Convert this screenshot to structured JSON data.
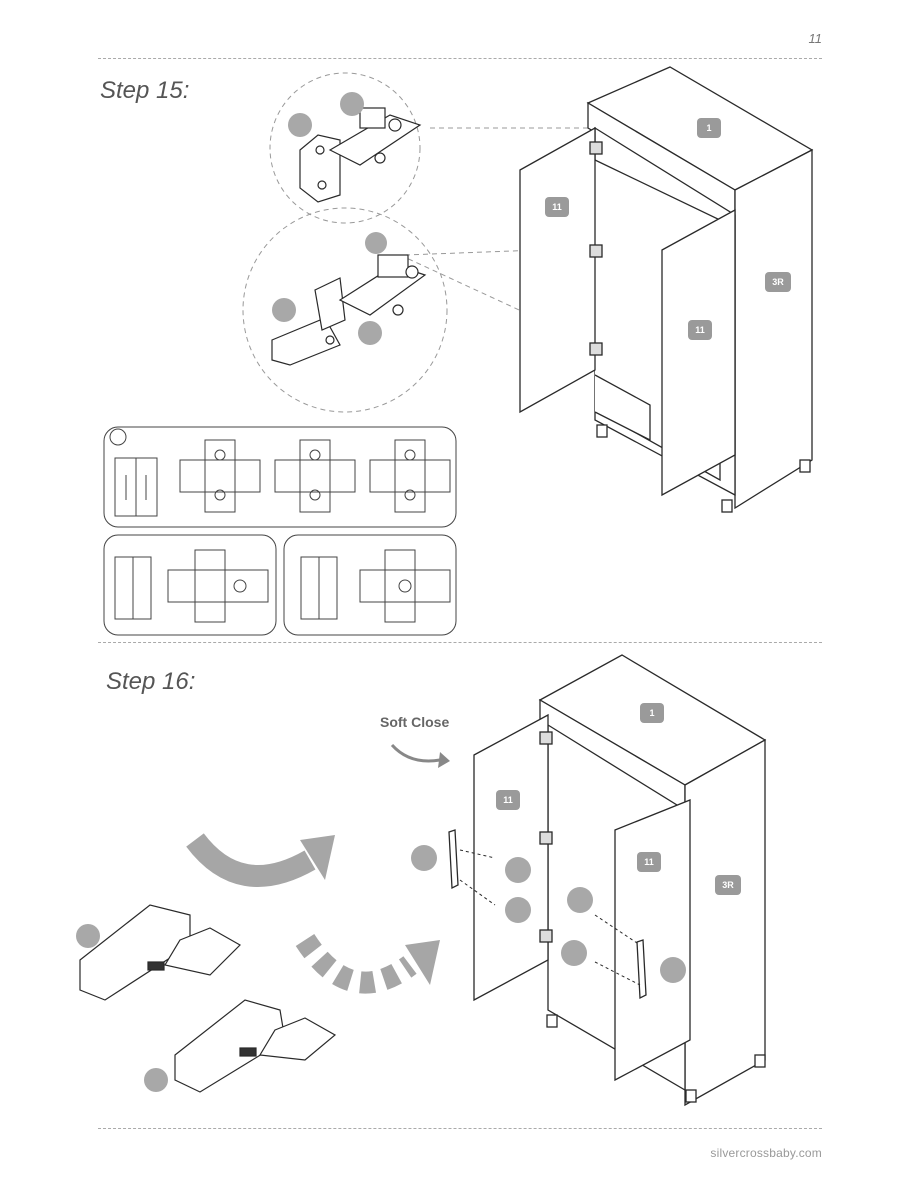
{
  "page_number": "11",
  "step15": {
    "title": "Step 15:",
    "part_labels": [
      "1",
      "11",
      "11",
      "3R"
    ]
  },
  "step16": {
    "title": "Step 16:",
    "soft_close_label": "Soft Close",
    "part_labels": [
      "1",
      "11",
      "11",
      "3R"
    ]
  },
  "footer": {
    "url": "silvercrossbaby.com"
  },
  "colors": {
    "label_badge": "#9a9a9a",
    "callout_circle": "#a8a8a8",
    "arrow_grey": "#a6a6a6",
    "line": "#2a2a2a"
  }
}
